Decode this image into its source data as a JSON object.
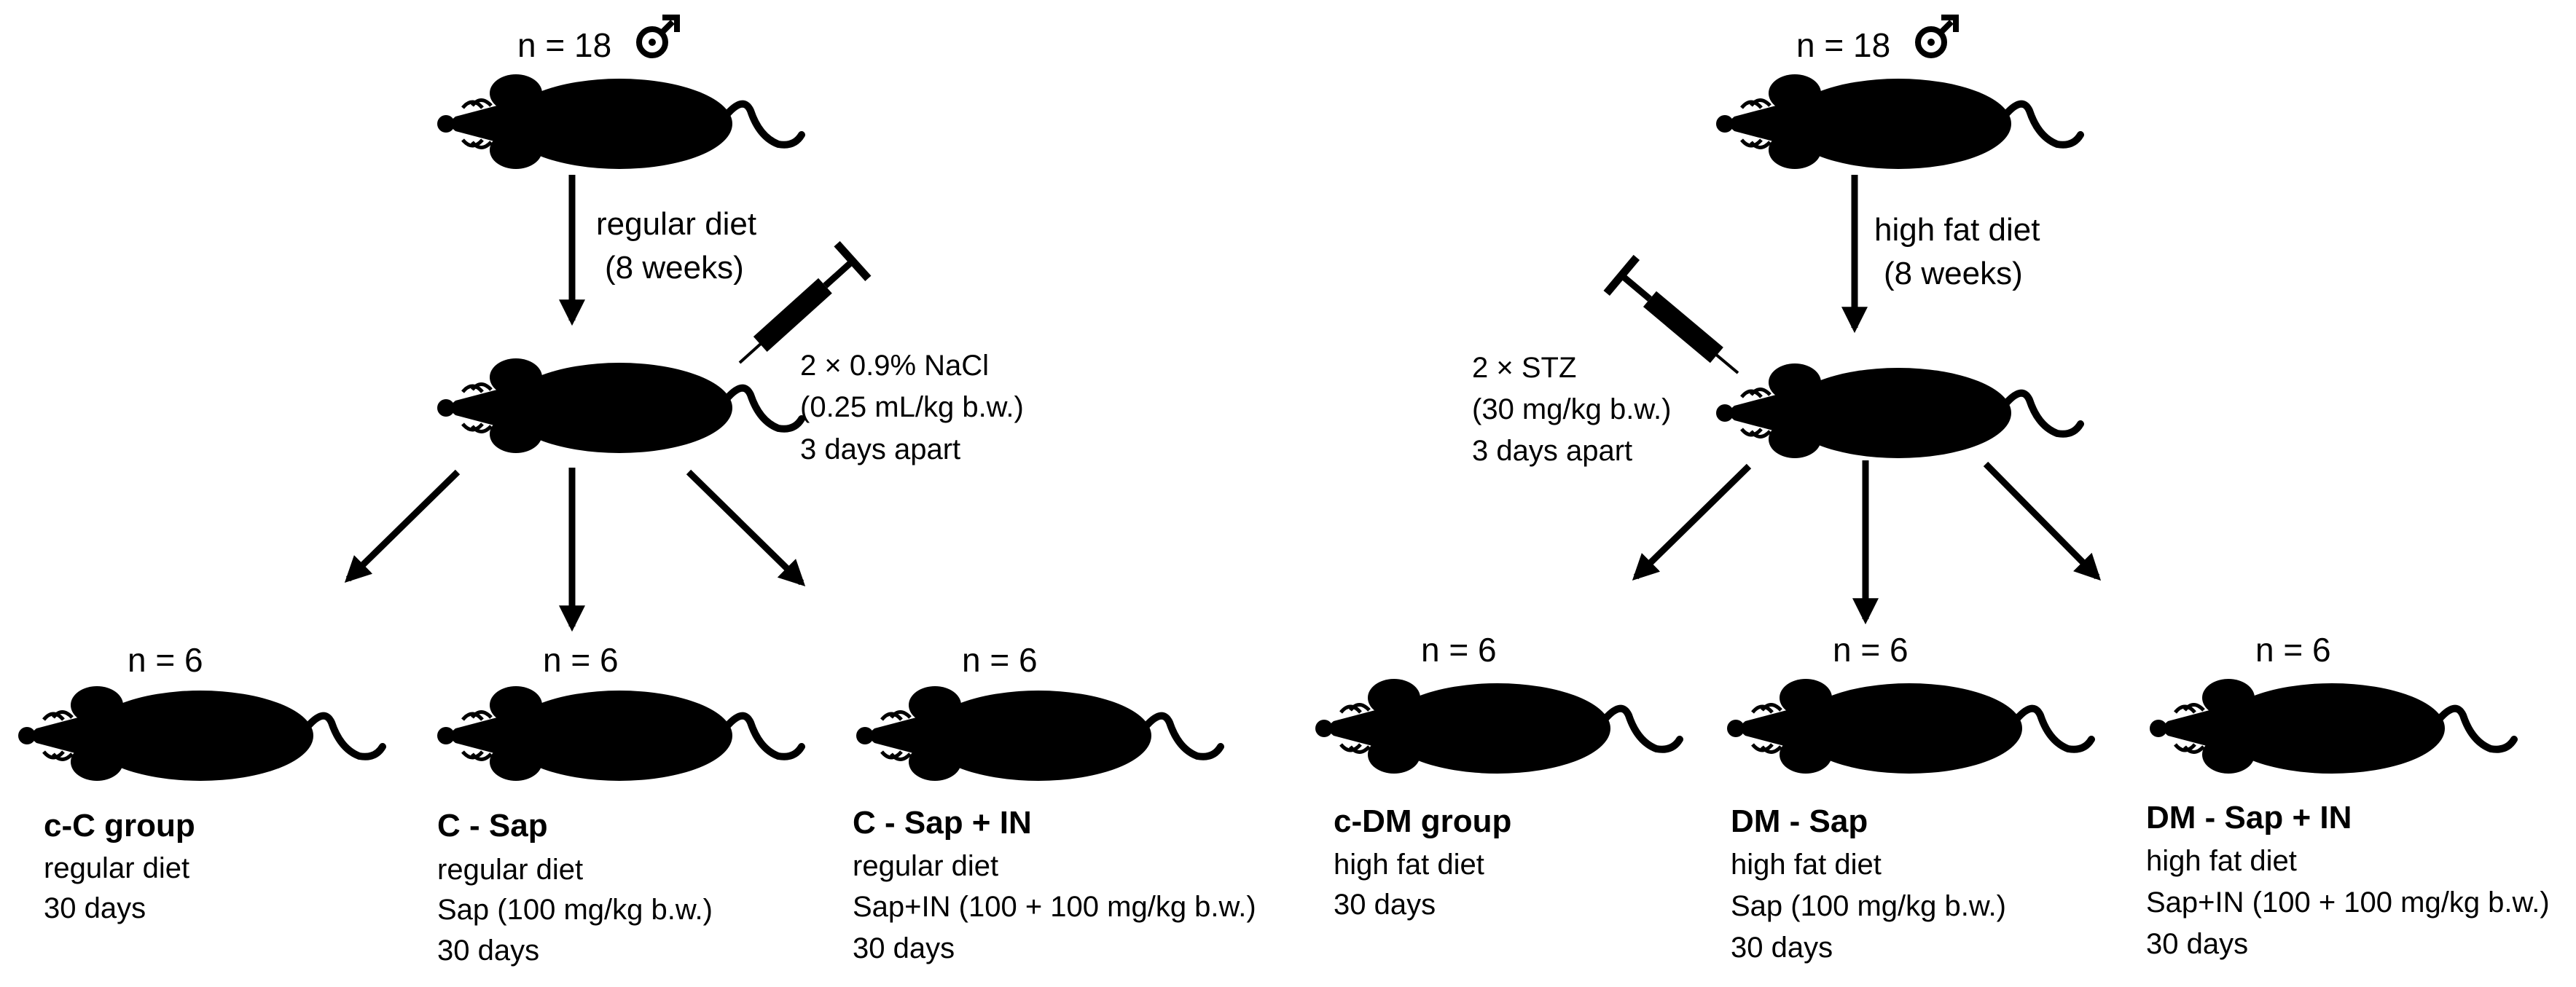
{
  "colors": {
    "ink": "#000000",
    "background": "#ffffff"
  },
  "left": {
    "top_count": "n = 18",
    "sex_symbol": "♂",
    "diet_label": "regular diet",
    "diet_duration": "(8 weeks)",
    "injection": {
      "line1": "2 × 0.9% NaCl",
      "line2": "(0.25 mL/kg b.w.)",
      "line3": "3 days apart"
    },
    "groups": [
      {
        "count": "n = 6",
        "title": "c-C group",
        "lines": [
          "regular diet",
          "30 days"
        ]
      },
      {
        "count": "n = 6",
        "title": "C - Sap",
        "lines": [
          "regular diet",
          "Sap (100 mg/kg b.w.)",
          "30 days"
        ]
      },
      {
        "count": "n = 6",
        "title": "C - Sap + IN",
        "lines": [
          "regular diet",
          "Sap+IN (100 + 100 mg/kg b.w.)",
          "30 days"
        ]
      }
    ]
  },
  "right": {
    "top_count": "n = 18",
    "sex_symbol": "♂",
    "diet_label": "high fat diet",
    "diet_duration": "(8 weeks)",
    "injection": {
      "line1": "2 × STZ",
      "line2": "(30 mg/kg b.w.)",
      "line3": "3 days apart"
    },
    "groups": [
      {
        "count": "n = 6",
        "title": "c-DM group",
        "lines": [
          "high fat diet",
          "30 days"
        ]
      },
      {
        "count": "n = 6",
        "title": "DM - Sap",
        "lines": [
          "high fat diet",
          "Sap (100 mg/kg b.w.)",
          "30 days"
        ]
      },
      {
        "count": "n = 6",
        "title": "DM - Sap + IN",
        "lines": [
          "high fat diet",
          "Sap+IN (100 + 100 mg/kg b.w.)",
          "30 days"
        ]
      }
    ]
  },
  "icons": [
    "mouse-icon",
    "syringe-icon",
    "male-symbol-icon",
    "arrow-icon"
  ]
}
